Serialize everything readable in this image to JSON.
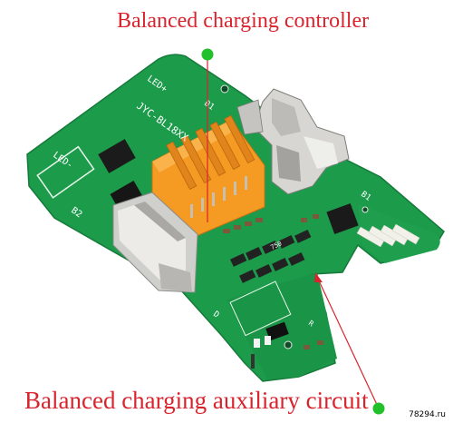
{
  "annotations": {
    "top_label": "Balanced charging controller",
    "bottom_label": "Balanced charging auxiliary circuit"
  },
  "watermark": "78294.ru",
  "board_silkscreen": {
    "model": "JYC-BL18XX",
    "led_plus": "LED+",
    "led_minus": "LED-",
    "b_pad_left": "B2",
    "b_pad_top": "B1",
    "b_pad_right": "B1",
    "resistor_code": "750",
    "d_label": "D",
    "r_label": "R"
  },
  "colors": {
    "annotation": "#d9232d",
    "marker": "#22c02a",
    "pcb": "#1c9b4b",
    "connector": "#f59a22"
  }
}
